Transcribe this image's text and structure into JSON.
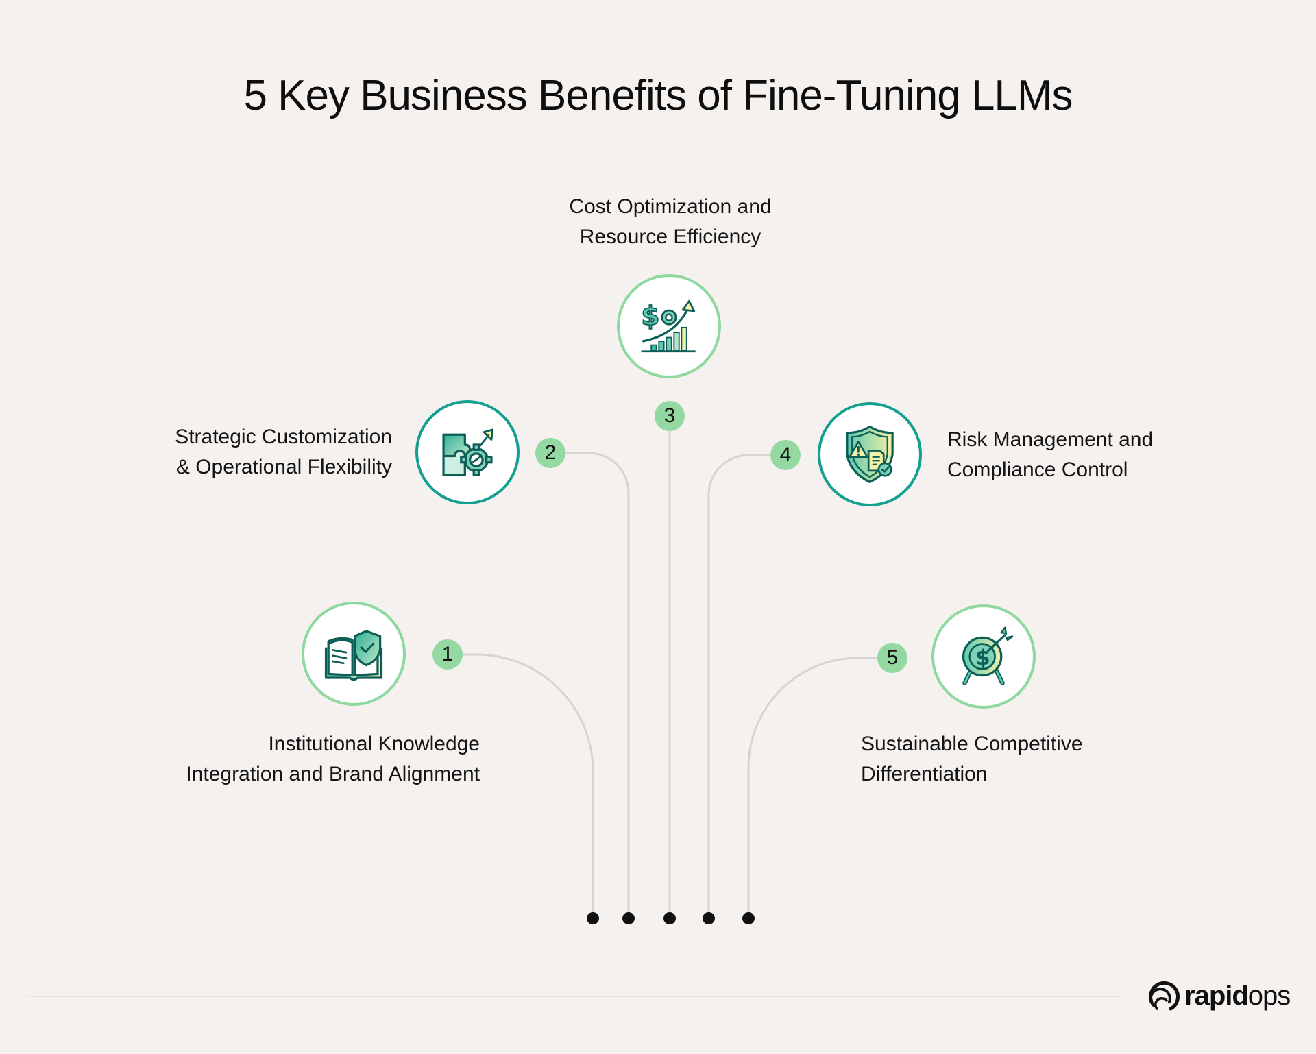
{
  "title": "5 Key Business Benefits of Fine-Tuning LLMs",
  "colors": {
    "background": "#f4f1ef",
    "badge_fill": "#94d9a2",
    "ring_teal": "#14a090",
    "ring_green": "#8fd9a0",
    "connector": "#d6d3d1",
    "dot": "#111111",
    "icon_dark": "#0d5e57",
    "icon_teal": "#48c2a8",
    "icon_light": "#f3f0a8"
  },
  "benefits": [
    {
      "number": "1",
      "icon": "book-shield-check-icon",
      "ring": "green",
      "lines": [
        "Institutional Knowledge",
        "Integration and Brand Alignment"
      ]
    },
    {
      "number": "2",
      "icon": "puzzle-gear-arrow-icon",
      "ring": "teal",
      "lines": [
        "Strategic Customization",
        "& Operational Flexibility"
      ]
    },
    {
      "number": "3",
      "icon": "dollar-gear-growth-chart-icon",
      "ring": "green",
      "lines": [
        "Cost Optimization and",
        "Resource Efficiency"
      ]
    },
    {
      "number": "4",
      "icon": "shield-warning-document-icon",
      "ring": "teal",
      "lines": [
        "Risk Management and",
        "Compliance Control"
      ]
    },
    {
      "number": "5",
      "icon": "target-dollar-arrow-icon",
      "ring": "green",
      "lines": [
        "Sustainable Competitive",
        "Differentiation"
      ]
    }
  ],
  "footer": {
    "logo_bold": "rapid",
    "logo_light": "ops"
  }
}
